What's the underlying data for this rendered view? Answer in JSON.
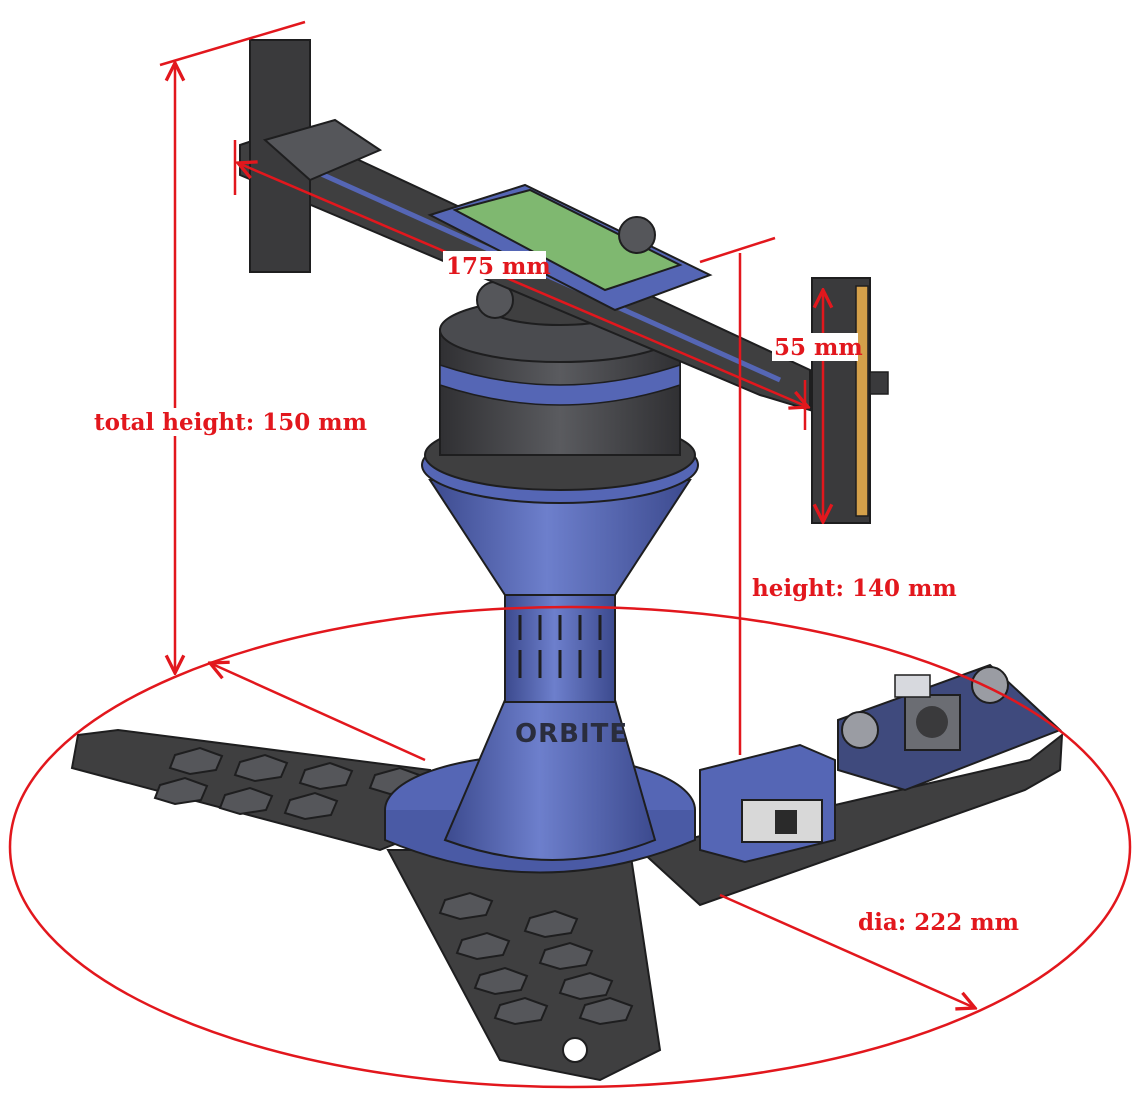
{
  "diagram": {
    "colors": {
      "dimension_red": "#e2171d",
      "body_blue": "#5566b5",
      "body_blue_dark": "#3c4a8e",
      "frame_dark": "#3f3f40",
      "frame_mid": "#55565a",
      "pcb_green": "#7fb870",
      "copper_strip": "#d4a04a",
      "background": "#ffffff"
    },
    "labels": {
      "arm_length": "175 mm",
      "panel_width": "55 mm",
      "total_height": "total height: 150 mm",
      "height": "height: 140 mm",
      "diameter": "dia: 222 mm",
      "base_engraving": "ORBITE"
    },
    "icons": {
      "arrowhead": "arrowhead-icon",
      "switch": "slide-switch-icon"
    }
  }
}
